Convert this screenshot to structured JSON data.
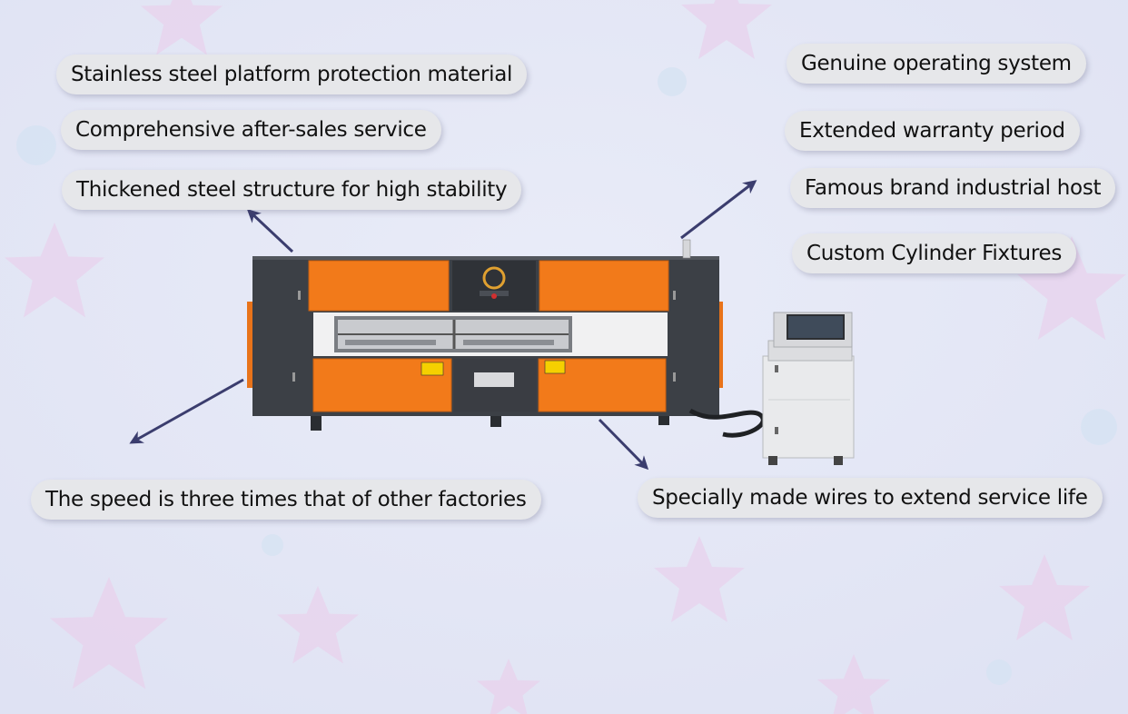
{
  "labels": {
    "left": [
      "Stainless steel platform protection material",
      "Comprehensive after-sales service",
      "Thickened steel structure for high stability"
    ],
    "right": [
      "Genuine operating system",
      "Extended warranty period",
      "Famous brand industrial host",
      "Custom Cylinder Fixtures"
    ],
    "bottom_left": "The speed is three times that of other factories",
    "bottom_right": "Specially made wires to extend service life"
  },
  "colors": {
    "background": "#e4e8f6",
    "label_bg": "#e6e7ea",
    "arrow": "#3b3d6e",
    "machine_dark": "#3c4046",
    "machine_orange": "#f27a1a",
    "cabinet": "#e9eaec"
  }
}
